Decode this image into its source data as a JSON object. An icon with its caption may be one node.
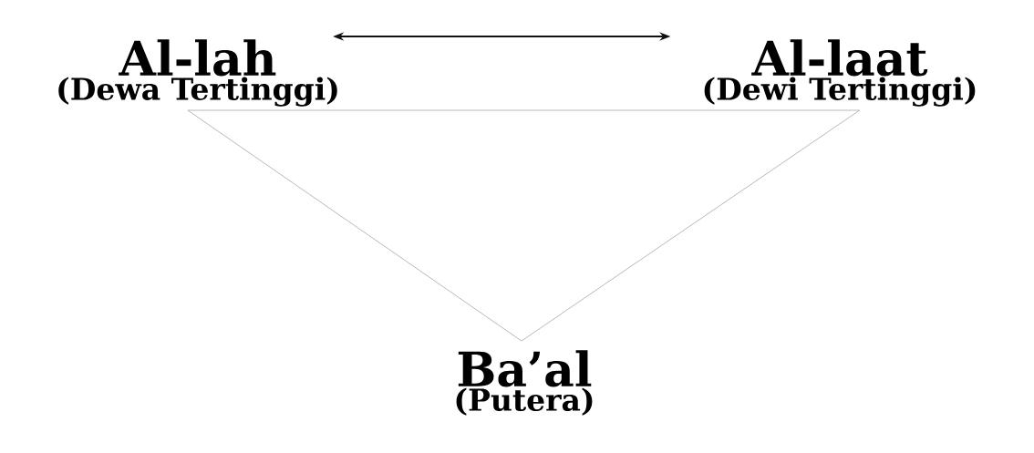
{
  "diagram": {
    "nodes": [
      {
        "text": [
          "Al-lah",
          "(Dewa Tertinggi)"
        ]
      },
      {
        "text": [
          "Al-laat",
          "(Dewi Tertinggi)"
        ]
      },
      {
        "text": [
          "Ba’al",
          "(Putera)"
        ]
      }
    ],
    "edges": [
      {
        "from": 0,
        "to": 1,
        "arrow": "both",
        "color": "#111111"
      },
      {
        "from": 0,
        "to": 1,
        "arrow": "none"
      },
      {
        "from": 0,
        "to": 2,
        "arrow": "none"
      },
      {
        "from": 1,
        "to": 2,
        "arrow": "none"
      }
    ]
  }
}
